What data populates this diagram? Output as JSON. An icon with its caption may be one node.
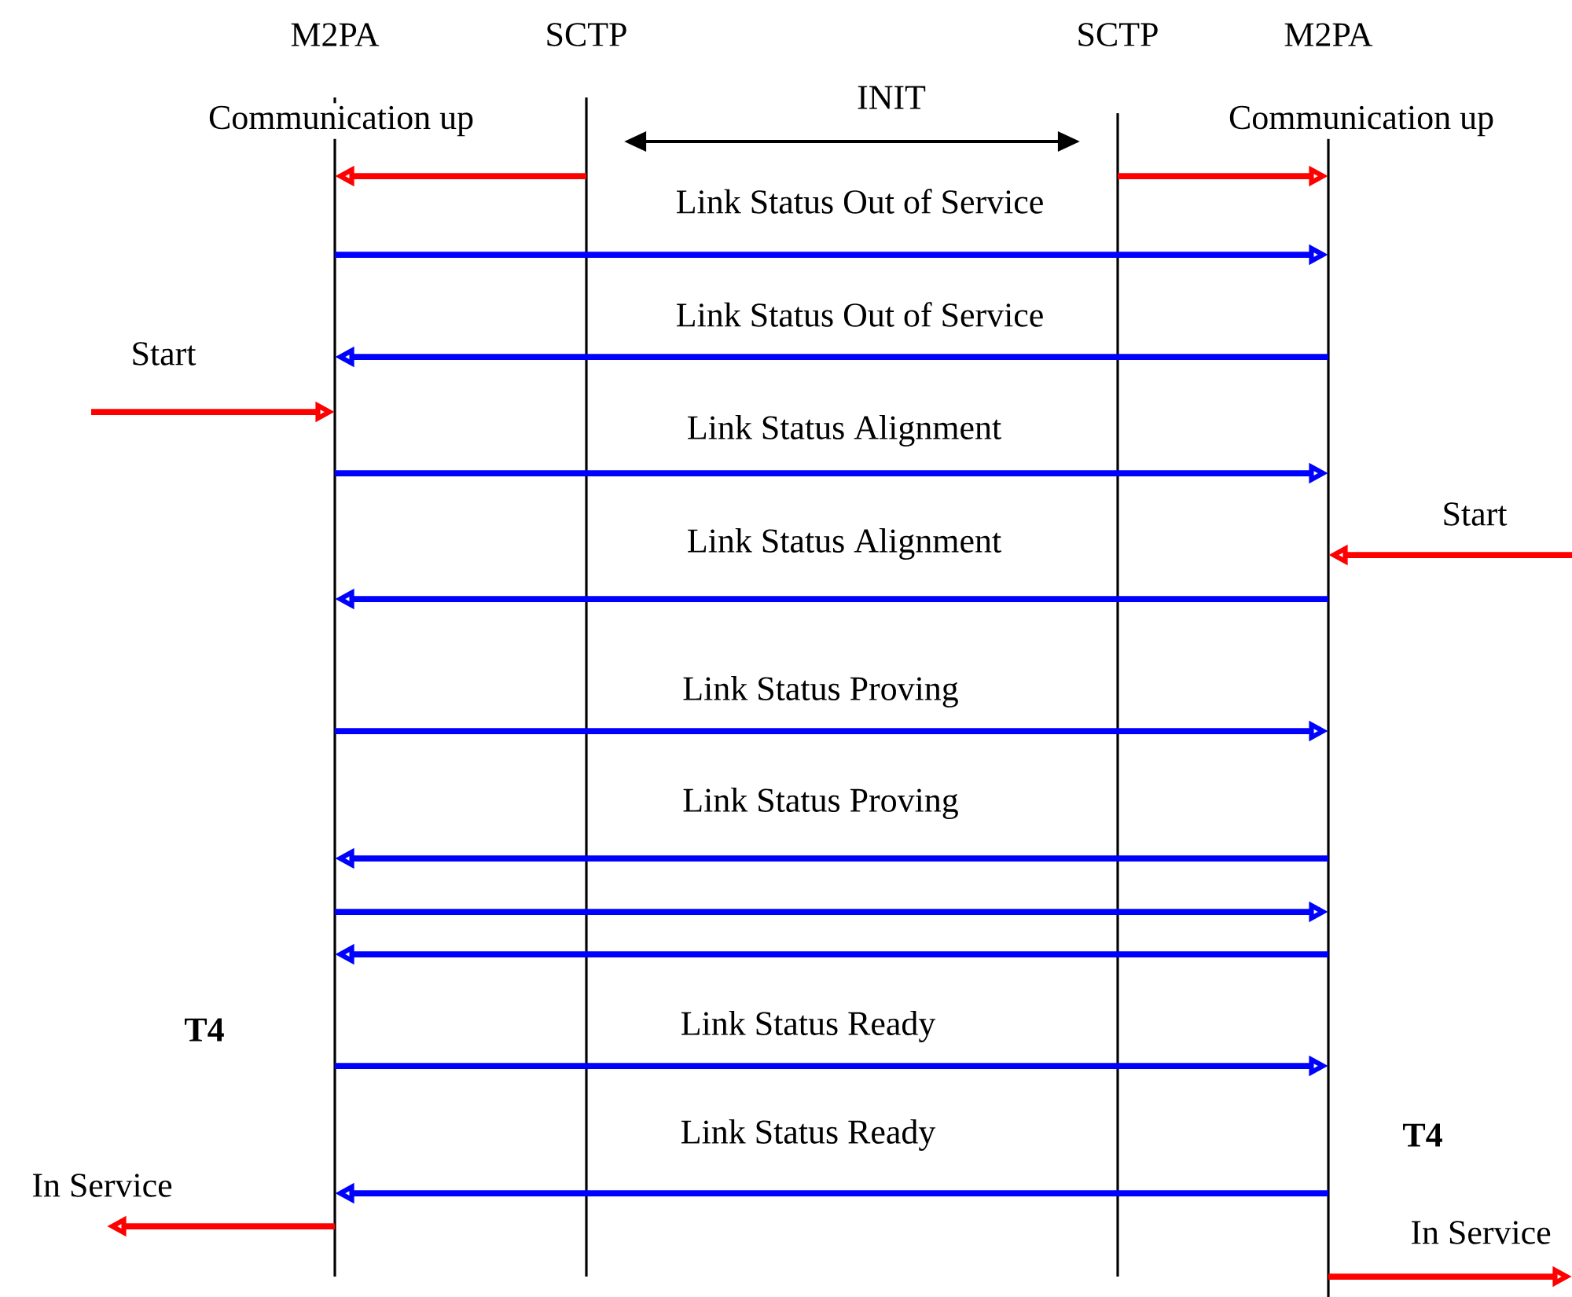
{
  "diagram": {
    "nodes": [
      {
        "text": [
          "M2PA"
        ]
      },
      {
        "text": [
          "SCTP"
        ]
      },
      {
        "text": [
          "SCTP"
        ]
      },
      {
        "text": [
          "M2PA"
        ]
      }
    ],
    "edges": [
      {
        "from": 1,
        "to": 2,
        "arrow": "both",
        "label": "INIT",
        "color": "#000000"
      },
      {
        "from": 1,
        "to": 0,
        "arrow": "to",
        "label": "Communication up",
        "color": "#ff0000"
      },
      {
        "from": 2,
        "to": 3,
        "arrow": "to",
        "label": "Communication up",
        "color": "#ff0000"
      },
      {
        "from": 0,
        "to": 3,
        "arrow": "to",
        "label": "Link Status Out of Service"
      },
      {
        "from": 3,
        "to": 0,
        "arrow": "to",
        "label": "Link Status Out of Service"
      },
      {
        "from": null,
        "to": 0,
        "arrow": "to",
        "label": "Start",
        "color": "#ff0000"
      },
      {
        "from": 0,
        "to": 3,
        "arrow": "to",
        "label": "Link Status Alignment"
      },
      {
        "from": null,
        "to": 3,
        "arrow": "to",
        "label": "Start",
        "color": "#ff0000"
      },
      {
        "from": 3,
        "to": 0,
        "arrow": "to",
        "label": "Link Status Alignment"
      },
      {
        "from": 0,
        "to": 3,
        "arrow": "to",
        "label": "Link Status Proving"
      },
      {
        "from": 3,
        "to": 0,
        "arrow": "to",
        "label": "Link Status Proving"
      },
      {
        "from": 0,
        "to": 3,
        "arrow": "to"
      },
      {
        "from": 3,
        "to": 0,
        "arrow": "to"
      },
      {
        "from": 0,
        "to": 3,
        "arrow": "to",
        "label": "Link Status Ready"
      },
      {
        "from": 3,
        "to": 0,
        "arrow": "to",
        "label": "Link Status Ready"
      },
      {
        "from": 0,
        "to": null,
        "arrow": "to",
        "label": "In Service",
        "color": "#ff0000"
      },
      {
        "from": 3,
        "to": null,
        "arrow": "to",
        "label": "In Service",
        "color": "#ff0000"
      }
    ],
    "labels": [
      "T4",
      "T4"
    ]
  }
}
